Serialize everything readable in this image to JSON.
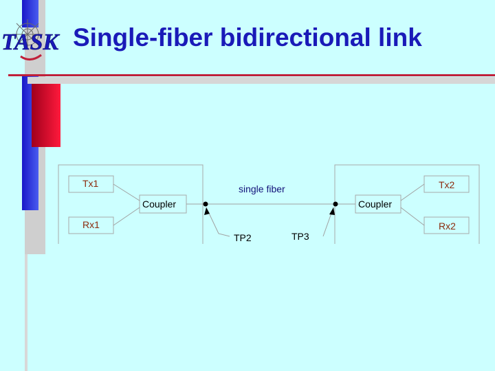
{
  "slide": {
    "title": "Single-fiber bidirectional link",
    "logo_text": "TASK"
  },
  "diagram": {
    "left_node": {
      "tx": "Tx1",
      "rx": "Rx1",
      "coupler": "Coupler"
    },
    "right_node": {
      "tx": "Tx2",
      "rx": "Rx2",
      "coupler": "Coupler"
    },
    "fiber_label": "single fiber",
    "test_points": [
      "TP2",
      "TP3"
    ]
  },
  "colors": {
    "background": "#ccffff",
    "title": "#1a1ab8",
    "accent_red": "#c0203a",
    "accent_blue": "#2f3cdc",
    "gray": "#d0d0d0"
  }
}
